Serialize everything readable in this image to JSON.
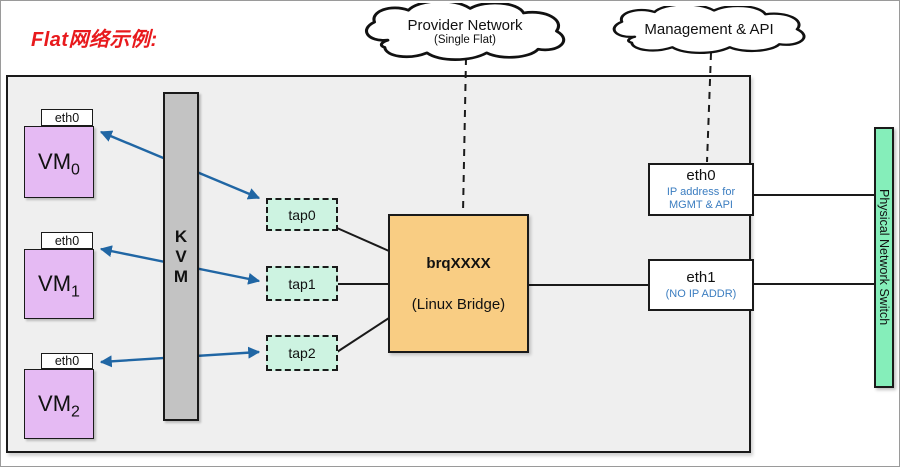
{
  "page": {
    "title": "Flat网络示例:"
  },
  "clouds": {
    "provider": {
      "title": "Provider Network",
      "subtitle": "(Single Flat)"
    },
    "management": {
      "title": "Management & API"
    }
  },
  "vms": [
    {
      "name": "VM",
      "index": "0",
      "nic": "eth0"
    },
    {
      "name": "VM",
      "index": "1",
      "nic": "eth0"
    },
    {
      "name": "VM",
      "index": "2",
      "nic": "eth0"
    }
  ],
  "kvm": {
    "letters": [
      "K",
      "V",
      "M"
    ]
  },
  "taps": [
    "tap0",
    "tap1",
    "tap2"
  ],
  "bridge": {
    "name": "brqXXXX",
    "type_label": "(Linux Bridge)"
  },
  "host_nics": {
    "eth0": {
      "name": "eth0",
      "note_line1": "IP address for",
      "note_line2": "MGMT & API"
    },
    "eth1": {
      "name": "eth1",
      "note": "(NO IP ADDR)"
    }
  },
  "switch_bar": {
    "label": "Physical Network Switch"
  },
  "colors": {
    "title_red": "#e81a1d",
    "arrow_blue": "#2066a4",
    "line_black": "#1a1a1a",
    "vm_fill": "#e5baf3",
    "kvm_fill": "#c3c3c3",
    "tap_fill": "#cdf3e1",
    "bridge_fill": "#f9cd83",
    "switch_fill": "#85eeba",
    "note_blue": "#3b7dc0",
    "host_bg": "#efefef"
  }
}
